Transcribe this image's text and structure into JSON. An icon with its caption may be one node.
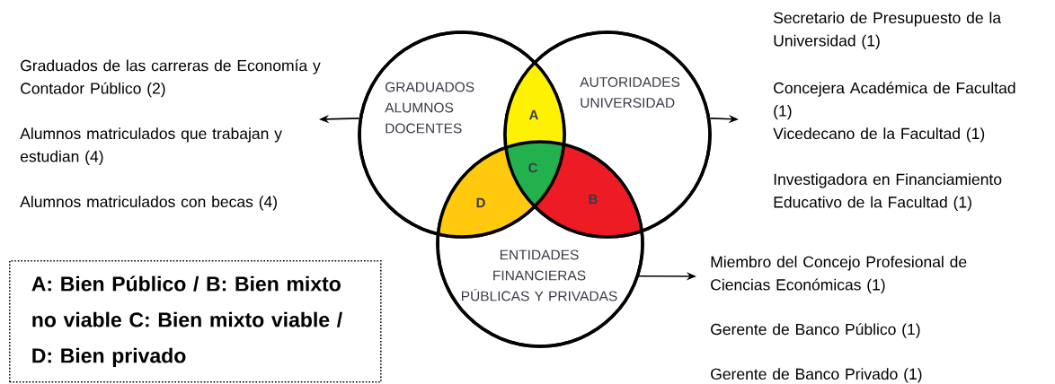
{
  "diagram": {
    "nodes": [
      {
        "text": [
          "GRADUADOS ALUMNOS DOCENTES"
        ]
      },
      {
        "text": [
          "AUTORIDADES UNIVERSIDAD"
        ]
      },
      {
        "text": [
          "ENTIDADES FINANCIERAS PÚBLICAS Y PRIVADAS"
        ]
      },
      {
        "text": [
          "A"
        ]
      },
      {
        "text": [
          "C"
        ]
      },
      {
        "text": [
          "D"
        ]
      },
      {
        "text": [
          "B"
        ]
      },
      {
        "text": [
          "A: Bien Público  / B: Bien mixto no viable C: Bien mixto viable /  D: Bien privado"
        ]
      }
    ],
    "edges": [
      {
        "from": 0,
        "to": null,
        "arrow": "to"
      },
      {
        "from": 1,
        "to": null,
        "arrow": "to"
      },
      {
        "from": 2,
        "to": null,
        "arrow": "to"
      }
    ],
    "labels": [
      "Graduados de las carreras de Economía y Contador Público (2)",
      "Alumnos matriculados que trabajan y estudian (4)",
      "Alumnos matriculados con becas (4)",
      "Secretario de Presupuesto de la Universidad (1)",
      "Concejera Académica de Facultad (1)",
      "Vicedecano de la Facultad (1)",
      "Investigadora en Financiamiento Educativo de la Facultad (1)",
      "Miembro del Concejo Profesional de Ciencias Económicas (1)",
      "Gerente de Banco Público (1)",
      "Gerente de Banco Privado (1)"
    ]
  }
}
